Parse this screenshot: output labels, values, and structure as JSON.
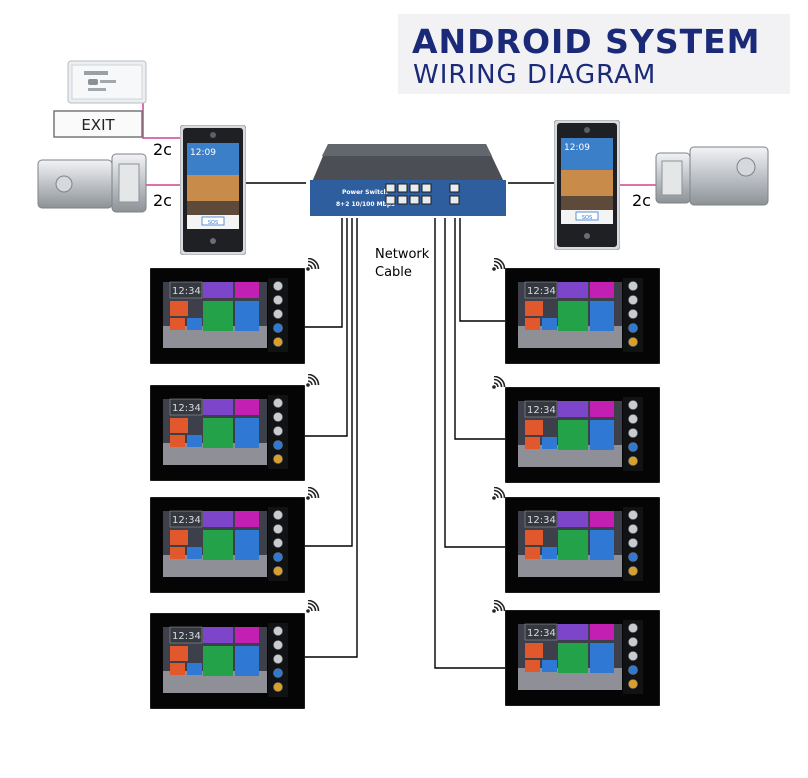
{
  "title": {
    "line1": "ANDROID SYSTEM",
    "line2": "WIRING DIAGRAM"
  },
  "exit_button": {
    "plate_label": "EXIT"
  },
  "wire_labels": {
    "left_top": "2c",
    "left_bottom": "2c",
    "right": "2c"
  },
  "switch": {
    "name": "Power Switch",
    "spec": "8+2  10/100 Mbps"
  },
  "network_label": {
    "line1": "Network",
    "line2": "Cable"
  },
  "door_station": {
    "time": "12:09",
    "button": "SOS"
  },
  "monitor": {
    "time": "12:34"
  },
  "colors": {
    "title": "#1b2a78",
    "wire_pink": "#d4408f",
    "switch_blue": "#2f5e9e",
    "tile_purple": "#7d45c9",
    "tile_magenta": "#c41fb3",
    "tile_orange": "#e0582c",
    "tile_green": "#23a24a",
    "tile_blue": "#2f79d4"
  },
  "icons": [
    "exit-button-icon",
    "electric-lock-icon",
    "door-station-icon",
    "network-switch-icon",
    "indoor-monitor-icon",
    "wifi-icon"
  ]
}
